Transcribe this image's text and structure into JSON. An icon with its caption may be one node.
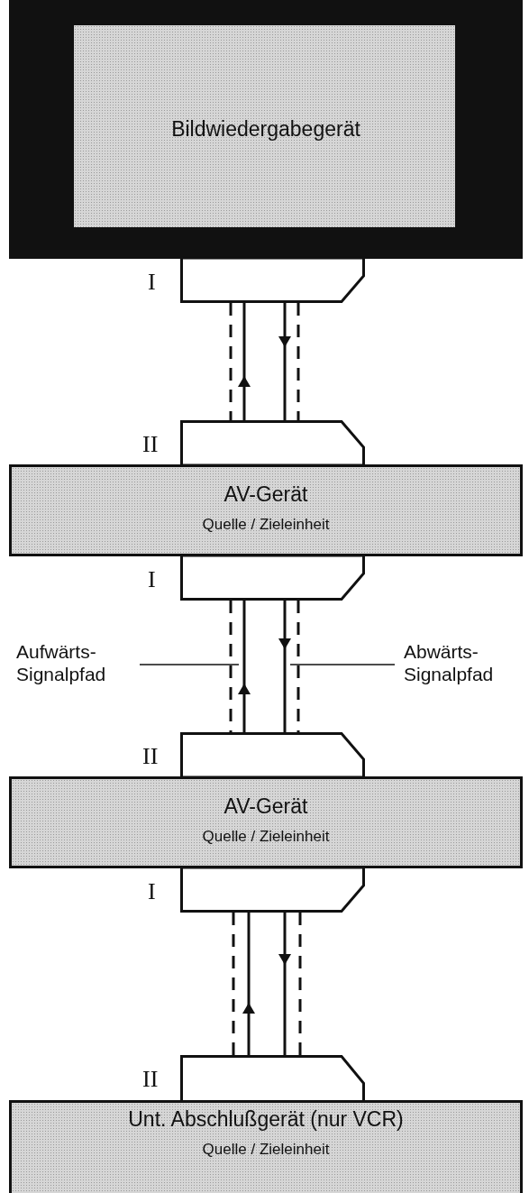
{
  "diagram": {
    "nodes": [
      {
        "text": [
          "Bildwiedergabegerät"
        ]
      },
      {
        "text": [],
        "shape": "box",
        "beside": [
          "I"
        ]
      },
      {
        "text": [],
        "shape": "box",
        "beside": [
          "II"
        ]
      },
      {
        "text": [
          "AV-Gerät",
          "Quelle / Zieleinheit"
        ]
      },
      {
        "text": [],
        "shape": "box",
        "beside": [
          "I"
        ]
      },
      {
        "text": [
          "Aufwärts- Signalpfad"
        ]
      },
      {
        "text": [
          "Abwärts- Signalpfad"
        ]
      },
      {
        "text": [],
        "shape": "box",
        "beside": [
          "II"
        ]
      },
      {
        "text": [
          "AV-Gerät",
          "Quelle / Zieleinheit"
        ]
      },
      {
        "text": [],
        "shape": "box",
        "beside": [
          "I"
        ]
      },
      {
        "text": [],
        "shape": "box",
        "beside": [
          "II"
        ]
      },
      {
        "text": [
          "Unt. Abschlußgerät (nur VCR)",
          "Quelle / Zieleinheit"
        ]
      }
    ],
    "edges": [
      {
        "from": 1,
        "to": 2,
        "arrow": "none",
        "style": "dashed"
      },
      {
        "from": 2,
        "to": 1,
        "arrow": "to"
      },
      {
        "from": 1,
        "to": 2,
        "arrow": "to"
      },
      {
        "from": 1,
        "to": 2,
        "arrow": "none",
        "style": "dashed"
      },
      {
        "from": 4,
        "to": 7,
        "arrow": "none",
        "style": "dashed"
      },
      {
        "from": 7,
        "to": 4,
        "arrow": "to"
      },
      {
        "from": 4,
        "to": 7,
        "arrow": "to"
      },
      {
        "from": 4,
        "to": 7,
        "arrow": "none",
        "style": "dashed"
      },
      {
        "from": 9,
        "to": 10,
        "arrow": "none",
        "style": "dashed"
      },
      {
        "from": 10,
        "to": 9,
        "arrow": "to"
      },
      {
        "from": 9,
        "to": 10,
        "arrow": "to"
      },
      {
        "from": 9,
        "to": 10,
        "arrow": "none",
        "style": "dashed"
      },
      {
        "from": 5,
        "to": null,
        "arrow": "none"
      },
      {
        "from": 6,
        "to": null,
        "arrow": "none"
      }
    ]
  }
}
